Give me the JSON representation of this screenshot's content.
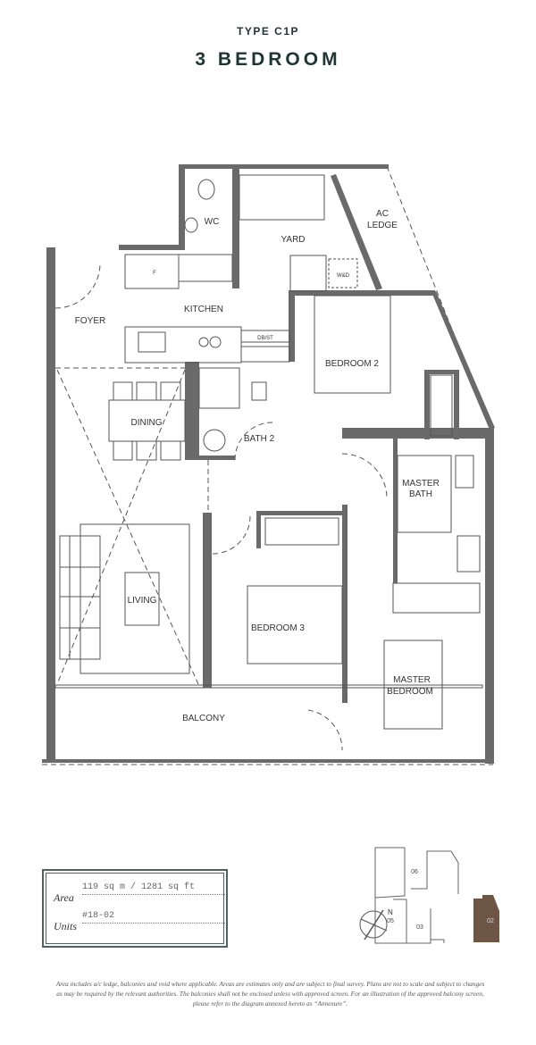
{
  "header": {
    "type": "TYPE C1P",
    "title": "3 BEDROOM"
  },
  "rooms": {
    "wc": "WC",
    "yard": "YARD",
    "ac_ledge_1": "AC",
    "ac_ledge_2": "LEDGE",
    "kitchen": "KITCHEN",
    "foyer": "FOYER",
    "fridge": "F",
    "wd": "W&D",
    "dbst": "DB/ST",
    "bedroom2": "BEDROOM 2",
    "dining": "DINING",
    "bath2": "BATH 2",
    "master_bath_1": "MASTER",
    "master_bath_2": "BATH",
    "living": "LIVING",
    "bedroom3": "BEDROOM 3",
    "master_bedroom_1": "MASTER",
    "master_bedroom_2": "BEDROOM",
    "balcony": "BALCONY"
  },
  "info": {
    "area_label": "Area",
    "area_value": "119 sq m / 1281 sq ft",
    "units_label": "Units",
    "units_value": "#18-02"
  },
  "keyplan": {
    "units": [
      "06",
      "05",
      "03",
      "02"
    ],
    "highlight": "02",
    "highlight_color": "#6e5646",
    "north": "N"
  },
  "footnote": "Area includes a/c ledge, balconies and void where applicable. Areas are estimates only and are subject to final survey. Plans are not to scale and subject to changes as may be required by the relevant authorities. The balconies shall not be enclosed unless with approved screen. For an illustration of the approved balcony screen, please refer to the diagram annexed hereto as “Annexure”."
}
